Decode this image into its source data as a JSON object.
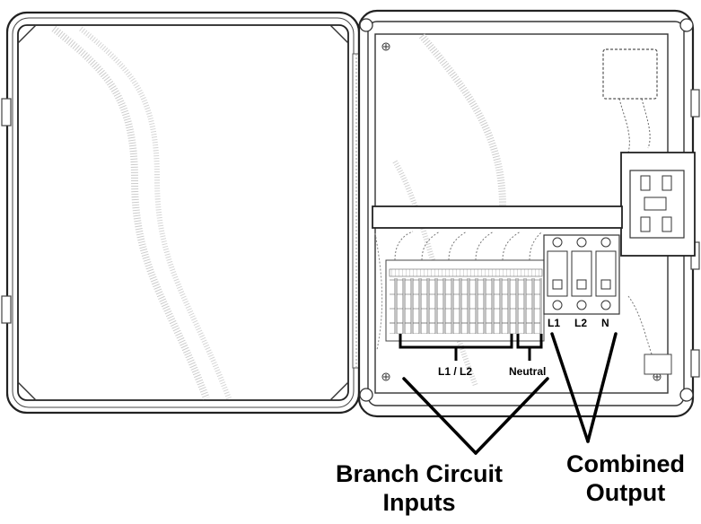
{
  "labels": {
    "l1_l2": "L1 / L2",
    "neutral": "Neutral",
    "out_l1": "L1",
    "out_l2": "L2",
    "out_n": "N",
    "branch_line1": "Branch Circuit",
    "branch_line2": "Inputs",
    "combined_line1": "Combined",
    "combined_line2": "Output"
  }
}
